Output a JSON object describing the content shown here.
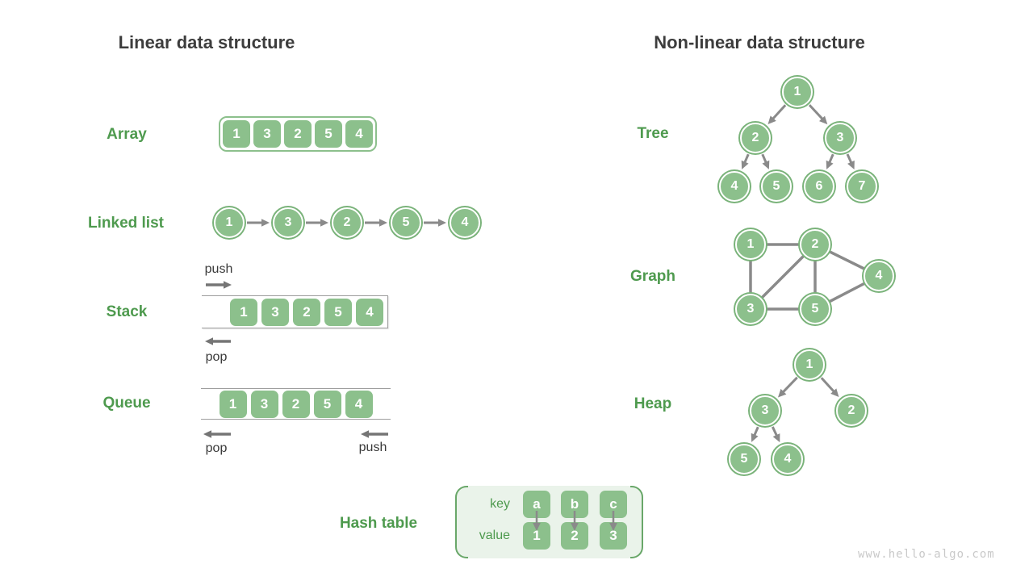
{
  "titles": {
    "linear": "Linear data structure",
    "nonlinear": "Non-linear data structure"
  },
  "watermark": "www.hello-algo.com",
  "colors": {
    "node_green": "#8CC08C",
    "node_ring_green": "#7AB37A",
    "label_green": "#4E9A4E",
    "bracket_green": "#69A769",
    "hash_bg_green": "#EAF3EA",
    "title_gray": "#3D3D3D",
    "edge_gray": "#8A8A8A",
    "box_line_gray": "#9E9E9E",
    "watermark_gray": "#C9C9C9"
  },
  "array": {
    "label": "Array",
    "values": [
      "1",
      "3",
      "2",
      "5",
      "4"
    ]
  },
  "linked_list": {
    "label": "Linked list",
    "values": [
      "1",
      "3",
      "2",
      "5",
      "4"
    ]
  },
  "stack": {
    "label": "Stack",
    "values": [
      "1",
      "3",
      "2",
      "5",
      "4"
    ],
    "push_label": "push",
    "pop_label": "pop"
  },
  "queue": {
    "label": "Queue",
    "values": [
      "1",
      "3",
      "2",
      "5",
      "4"
    ],
    "push_label": "push",
    "pop_label": "pop"
  },
  "hash_table": {
    "label": "Hash table",
    "key_label": "key",
    "value_label": "value",
    "keys": [
      "a",
      "b",
      "c"
    ],
    "values": [
      "1",
      "2",
      "3"
    ]
  },
  "tree": {
    "label": "Tree",
    "nodes": [
      "1",
      "2",
      "3",
      "4",
      "5",
      "6",
      "7"
    ],
    "edges": [
      [
        0,
        1
      ],
      [
        0,
        2
      ],
      [
        1,
        3
      ],
      [
        1,
        4
      ],
      [
        2,
        5
      ],
      [
        2,
        6
      ]
    ]
  },
  "graph": {
    "label": "Graph",
    "nodes": [
      "1",
      "2",
      "3",
      "4",
      "5"
    ],
    "edges": [
      [
        0,
        1
      ],
      [
        0,
        2
      ],
      [
        1,
        2
      ],
      [
        1,
        4
      ],
      [
        1,
        3
      ],
      [
        2,
        4
      ],
      [
        4,
        3
      ]
    ]
  },
  "heap": {
    "label": "Heap",
    "nodes": [
      "1",
      "3",
      "2",
      "5",
      "4"
    ],
    "edges": [
      [
        0,
        1
      ],
      [
        0,
        2
      ],
      [
        1,
        3
      ],
      [
        1,
        4
      ]
    ]
  }
}
